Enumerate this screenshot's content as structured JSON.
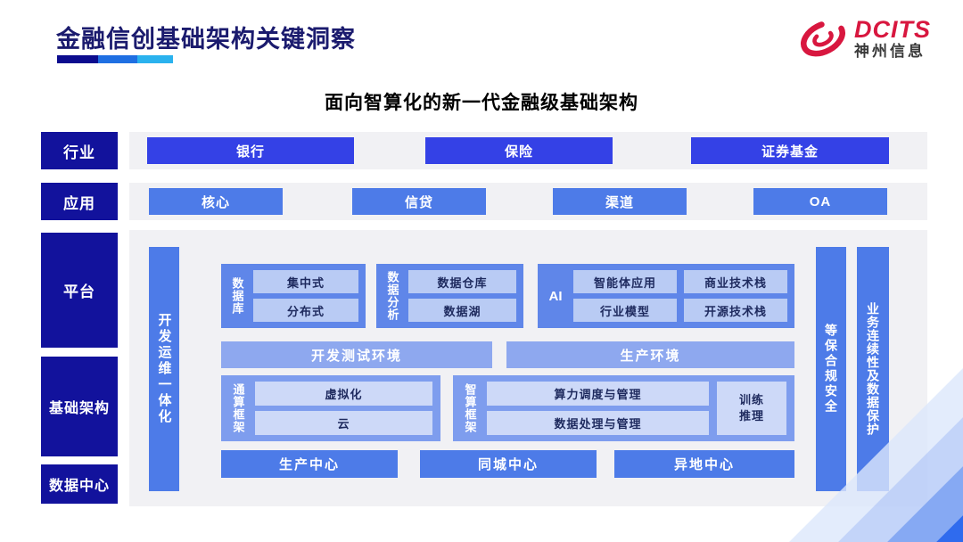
{
  "page": {
    "title": "金融信创基础架构关键洞察",
    "subtitle": "面向智算化的新一代金融级基础架构"
  },
  "logo": {
    "brand": "DCITS",
    "company": "神州信息"
  },
  "palette": {
    "navy": "#12129C",
    "title_navy": "#1B1B6E",
    "royal_blue": "#3441E6",
    "medium_blue": "#4D7BE8",
    "group_blue": "#5F86E9",
    "frame_blue": "#7E9DEE",
    "env_blue": "#8EA8EF",
    "chip_light": "#B9CBF4",
    "chip_lighter": "#CDD9F8",
    "strip_gray": "#F1F1F4",
    "logo_red": "#D8173F",
    "underline_segments": [
      "#0C0C8E",
      "#1F6FE2",
      "#2AB2EE"
    ]
  },
  "left_labels": {
    "industry": "行业",
    "application": "应用",
    "platform": "平台",
    "infrastructure": "基础架构",
    "datacenter": "数据中心"
  },
  "industry_row": [
    "银行",
    "保险",
    "证券基金"
  ],
  "application_row": [
    "核心",
    "信贷",
    "渠道",
    "OA"
  ],
  "platform": {
    "devops_bar": "开发运维一体化",
    "database": {
      "label": "数据库",
      "items": [
        "集中式",
        "分布式"
      ]
    },
    "analytics": {
      "label": "数据分析",
      "items": [
        "数据仓库",
        "数据湖"
      ]
    },
    "ai": {
      "label": "AI",
      "items": [
        "智能体应用",
        "商业技术栈",
        "行业模型",
        "开源技术栈"
      ]
    },
    "environments": [
      "开发测试环境",
      "生产环境"
    ],
    "general_framework": {
      "label": "通算框架",
      "items": [
        "虚拟化",
        "云"
      ]
    },
    "intelligent_framework": {
      "label": "智算框架",
      "items": [
        "算力调度与管理",
        "数据处理与管理"
      ],
      "side_lines": [
        "训练",
        "推理"
      ]
    },
    "centers": [
      "生产中心",
      "同城中心",
      "异地中心"
    ],
    "security_bar": "等保合规安全",
    "continuity_bar": "业务连续性及数据保护"
  }
}
